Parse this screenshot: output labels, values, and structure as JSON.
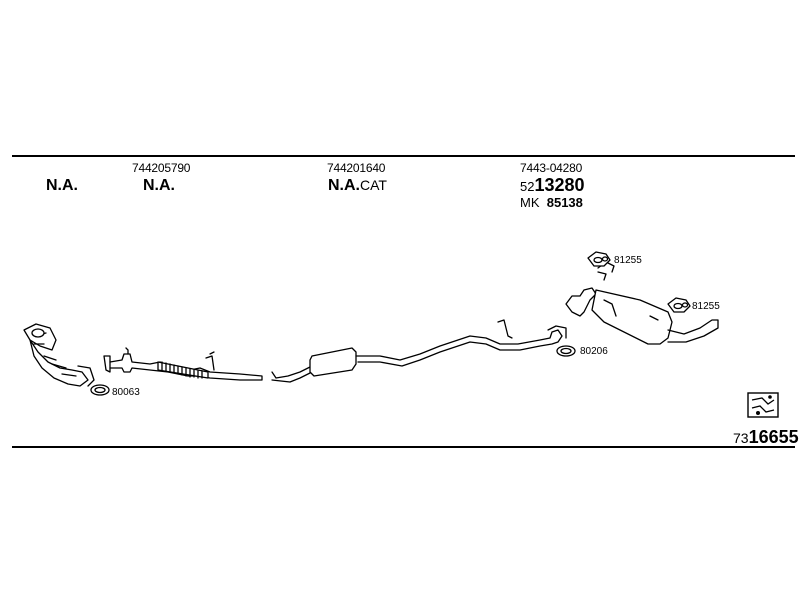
{
  "labels": {
    "na_1": "N.A.",
    "na_2": "N.A.",
    "na_3": "N.A.",
    "na_3_suffix": "CAT",
    "part_1": "744205790",
    "part_2": "744201640",
    "part_3": "7443-04280",
    "part_4_prefix": "52",
    "part_4_main": "13280",
    "mk_prefix": "MK",
    "mk_value": "85138",
    "gasket_80063": "80063",
    "gasket_80206": "80206",
    "gasket_81255_a": "81255",
    "gasket_81255_b": "81255",
    "code_prefix": "73",
    "code_main": "16655"
  }
}
